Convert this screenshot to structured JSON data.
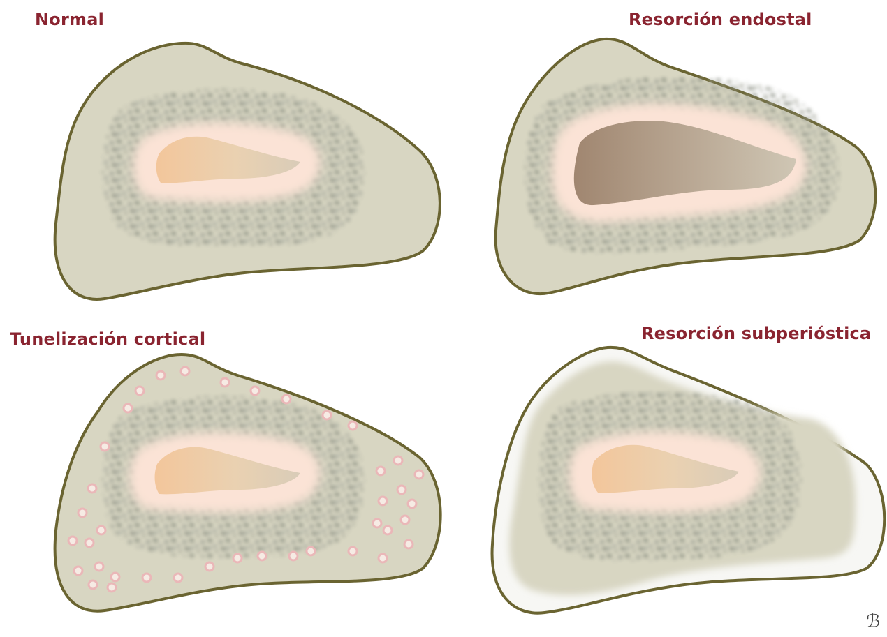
{
  "panels": {
    "normal": {
      "title": "Normal"
    },
    "endostal": {
      "title": "Resorción endostal"
    },
    "tunel": {
      "title": "Tunelización cortical"
    },
    "subper": {
      "title": "Resorción subperióstica"
    }
  },
  "signature": "ℬ",
  "colors": {
    "title": "#8a2430",
    "cortex": "#d8d6c2",
    "outline": "#6a6431",
    "trabecular": "#8f9388",
    "endosteal_halo": "#fbe3d6",
    "marrow_normal": "#f0cca3",
    "marrow_enlarged": "#a8917c",
    "tunnel_ring": "#eab7b8",
    "periosteal_rim": "#f5f5f2"
  },
  "icons": {
    "bone_section": "bone-cross-section-icon",
    "tunnel": "cortical-tunnel-icon"
  }
}
